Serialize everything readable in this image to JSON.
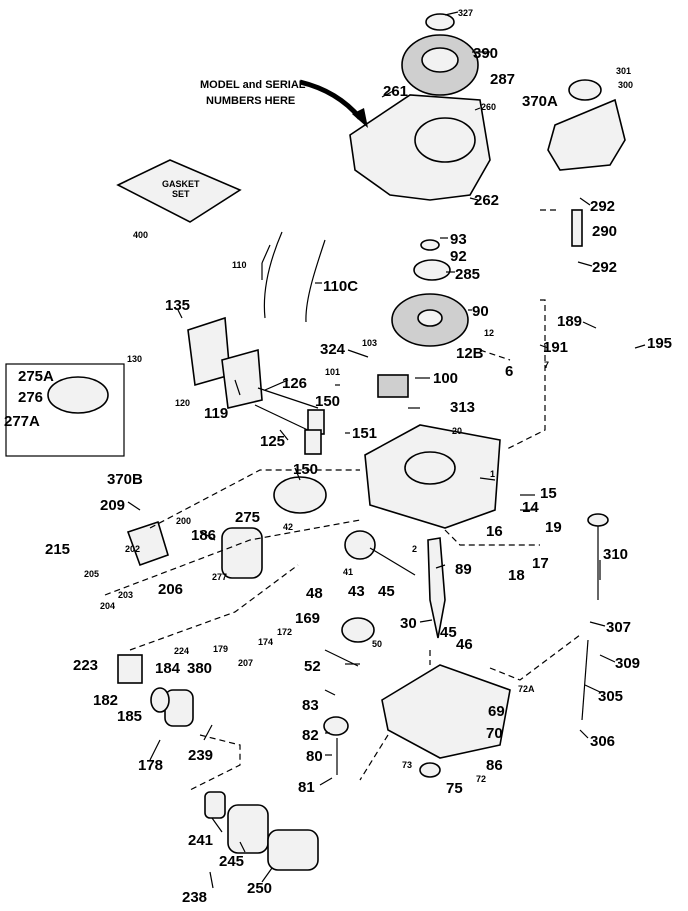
{
  "note_model_serial": [
    "MODEL and SERIAL",
    "NUMBERS HERE"
  ],
  "gasket_set_label": [
    "GASKET",
    "SET"
  ],
  "parts": [
    "327",
    "390",
    "287",
    "261",
    "260",
    "370A",
    "301",
    "300",
    "292",
    "290",
    "292",
    "262",
    "400",
    "93",
    "92",
    "285",
    "110",
    "110C",
    "135",
    "90",
    "189",
    "12",
    "195",
    "103",
    "130",
    "120",
    "119",
    "324",
    "12B",
    "191",
    "6",
    "7",
    "275A",
    "276",
    "277A",
    "101",
    "100",
    "126",
    "150",
    "313",
    "20",
    "125",
    "151",
    "150",
    "1",
    "370B",
    "209",
    "15",
    "14",
    "200",
    "275",
    "186",
    "16",
    "19",
    "215",
    "202",
    "206",
    "203",
    "205",
    "204",
    "277",
    "42",
    "41",
    "2",
    "89",
    "17",
    "18",
    "310",
    "48",
    "43",
    "45",
    "30",
    "45",
    "46",
    "169",
    "172",
    "174",
    "179",
    "224",
    "50",
    "52",
    "307",
    "309",
    "223",
    "182",
    "184",
    "380",
    "207",
    "185",
    "83",
    "72A",
    "69",
    "305",
    "82",
    "70",
    "178",
    "239",
    "80",
    "306",
    "73",
    "86",
    "72",
    "81",
    "75",
    "241",
    "245",
    "238",
    "250"
  ]
}
